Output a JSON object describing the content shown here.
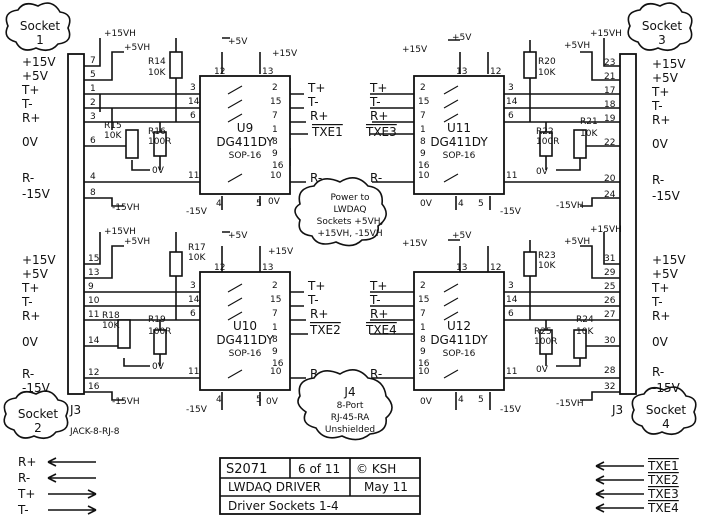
{
  "sockets": {
    "s1": [
      "Socket",
      "1"
    ],
    "s2": [
      "Socket",
      "2"
    ],
    "s3": [
      "Socket",
      "3"
    ],
    "s4": [
      "Socket",
      "4"
    ]
  },
  "connector": {
    "left": "J3",
    "right": "J3",
    "part": "JACK-8-RJ-8"
  },
  "left_signals_top": [
    "+15V",
    "+5V",
    "T+",
    "T-",
    "R+",
    "0V",
    "R-",
    "-15V"
  ],
  "left_signals_bot": [
    "+15V",
    "+5V",
    "T+",
    "T-",
    "R+",
    "0V",
    "R-",
    "-15V"
  ],
  "right_signals_top": [
    "+15V",
    "+5V",
    "T+",
    "T-",
    "R+",
    "0V",
    "R-",
    "-15V"
  ],
  "right_signals_bot": [
    "+15V",
    "+5V",
    "T+",
    "T-",
    "R+",
    "0V",
    "R-",
    "-15V"
  ],
  "pins_left_top": [
    "7",
    "5",
    "1",
    "2",
    "3",
    "6",
    "4",
    "8"
  ],
  "pins_left_bot": [
    "15",
    "13",
    "9",
    "10",
    "11",
    "14",
    "12",
    "16"
  ],
  "pins_right_top": [
    "23",
    "21",
    "17",
    "18",
    "19",
    "22",
    "20",
    "24"
  ],
  "pins_right_bot": [
    "31",
    "29",
    "25",
    "26",
    "27",
    "30",
    "28",
    "32"
  ],
  "ic": {
    "u9": {
      "name": "U9",
      "part": "DG411DY",
      "pkg": "SOP-16",
      "pins": [
        "12",
        "13",
        "3",
        "2",
        "14",
        "15",
        "6",
        "7",
        "11",
        "10",
        "4",
        "5",
        "1",
        "8",
        "9",
        "16"
      ]
    },
    "u10": {
      "name": "U10",
      "part": "DG411DY",
      "pkg": "SOP-16",
      "pins": [
        "12",
        "13",
        "3",
        "2",
        "14",
        "15",
        "6",
        "7",
        "11",
        "10",
        "4",
        "5",
        "1",
        "8",
        "9",
        "16"
      ]
    },
    "u11": {
      "name": "U11",
      "part": "DG411DY",
      "pkg": "SOP-16",
      "pins": [
        "2",
        "13",
        "3",
        "15",
        "14",
        "7",
        "6",
        "11",
        "10",
        "12",
        "4",
        "5",
        "1",
        "8",
        "9",
        "16"
      ]
    },
    "u12": {
      "name": "U12",
      "part": "DG411DY",
      "pkg": "SOP-16",
      "pins": [
        "2",
        "13",
        "3",
        "15",
        "14",
        "7",
        "6",
        "11",
        "10",
        "12",
        "4",
        "5",
        "1",
        "8",
        "9",
        "16"
      ]
    }
  },
  "resistors": {
    "r14": [
      "R14",
      "10K"
    ],
    "r15": [
      "R15",
      "10K"
    ],
    "r16": [
      "R16",
      "100R"
    ],
    "r17": [
      "R17",
      "10K"
    ],
    "r18": [
      "R18",
      "10K"
    ],
    "r19": [
      "R19",
      "100R"
    ],
    "r20": [
      "R20",
      "10K"
    ],
    "r21": [
      "R21",
      "10K"
    ],
    "r22": [
      "R22",
      "100R"
    ],
    "r23": [
      "R23",
      "10K"
    ],
    "r24": [
      "R24",
      "10K"
    ],
    "r25": [
      "R25",
      "100R"
    ]
  },
  "rails": {
    "p15vh": "+15VH",
    "p5vh": "+5VH",
    "p5v": "+5V",
    "p15v": "+15V",
    "m15v": "-15V",
    "m15vh": "-15VH",
    "zero": "0V"
  },
  "nets": {
    "tp": "T+",
    "tm": "T-",
    "rp": "R+",
    "rm": "R-",
    "txe1": "TXE1",
    "txe2": "TXE2",
    "txe3": "TXE3",
    "txe4": "TXE4"
  },
  "note_power": [
    "Power to",
    "LWDAQ",
    "Sockets +5VH,",
    "+15VH, -15VH"
  ],
  "note_j4": [
    "J4",
    "8-Port",
    "RJ-45-RA",
    "Unshielded"
  ],
  "legend_left": [
    "R+",
    "R-",
    "T+",
    "T-"
  ],
  "legend_right": [
    "TXE1",
    "TXE2",
    "TXE3",
    "TXE4"
  ],
  "title_block": {
    "drawing": "S2071",
    "sheet": "6 of 11",
    "author": "© KSH",
    "date": "May 11",
    "project": "LWDAQ DRIVER",
    "title": "Driver Sockets 1-4"
  }
}
